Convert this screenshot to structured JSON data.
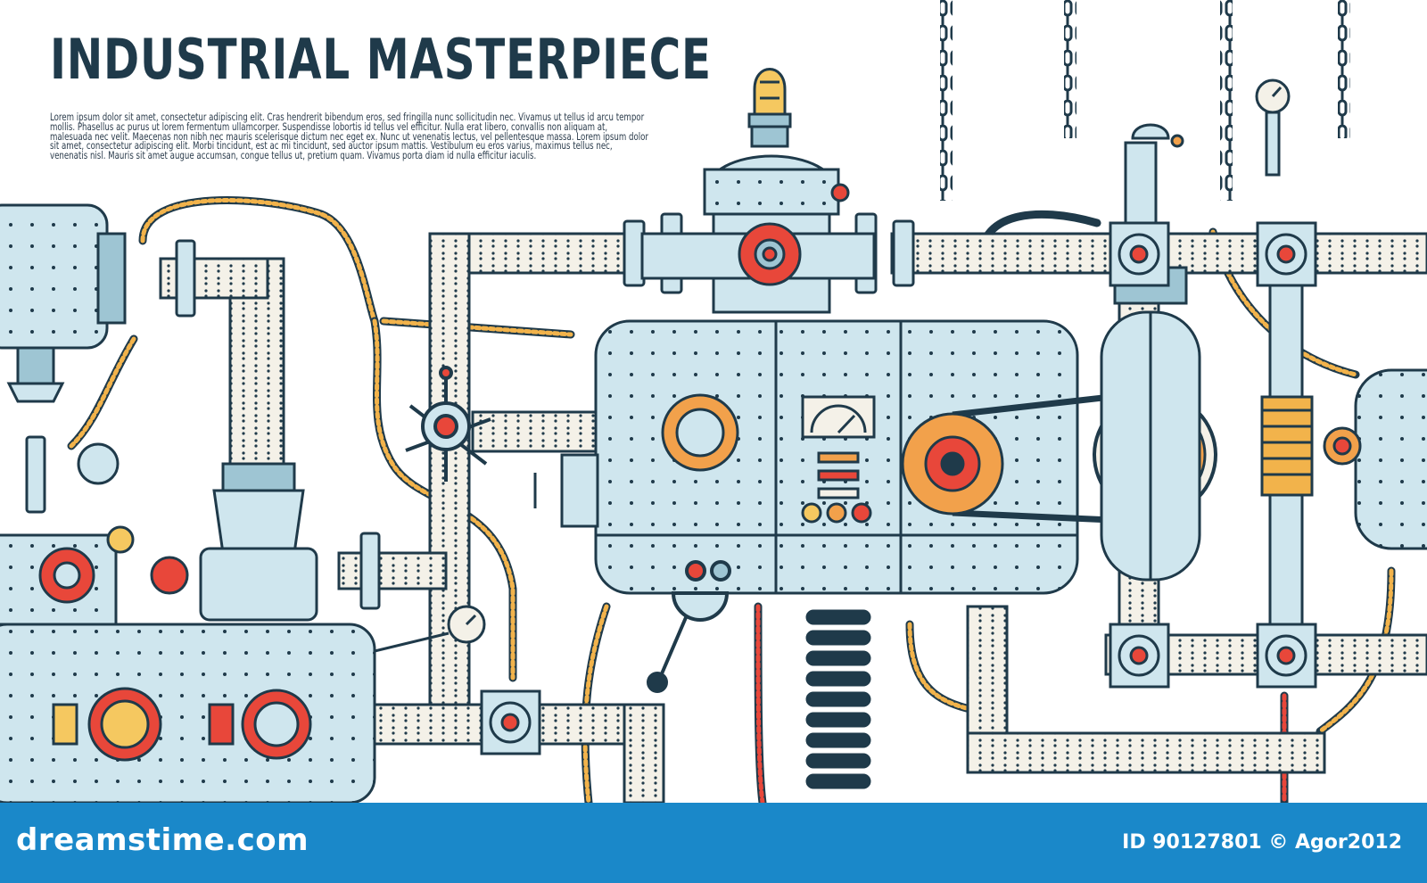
{
  "poster": {
    "title": "INDUSTRIAL MASTERPIECE",
    "body_text": "Lorem ipsum dolor sit amet, consectetur adipiscing elit. Cras hendrerit bibendum eros, sed fringilla nunc sollicitudin nec. Vivamus ut tellus id arcu tempor mollis. Phasellus ac purus ut lorem fermentum ullamcorper. Suspendisse lobortis id tellus vel efficitur. Nulla erat libero, convallis non aliquam at, malesuada nec velit. Maecenas non nibh nec mauris scelerisque dictum nec eget ex. Nunc ut venenatis lectus, vel pellentesque massa. Lorem ipsum dolor sit amet, consectetur adipiscing elit. Morbi tincidunt, est ac mi tincidunt, sed auctor ipsum mattis. Vestibulum eu eros varius, maximus tellus nec, venenatis nisl. Mauris sit amet augue accumsan, congue tellus ut, pretium quam. Vivamus porta diam id nulla efficitur iaculis."
  },
  "footer": {
    "brand": "dreamstime.com",
    "image_id": "ID 90127801 © Agor2012"
  },
  "colors": {
    "metal": "#cfe6ee",
    "metal_dark": "#9ec5d3",
    "outline": "#1f3a4a",
    "pipe": "#f4f1e8",
    "accent_red": "#e8473a",
    "accent_orange": "#f2a14b",
    "accent_yellow": "#f5c860",
    "footer_blue": "#1a88c9"
  },
  "icons": [
    "gear-icon",
    "gauge-icon",
    "lamp-icon",
    "valve-wheel-icon",
    "chain-icon",
    "spring-icon",
    "lever-icon"
  ]
}
